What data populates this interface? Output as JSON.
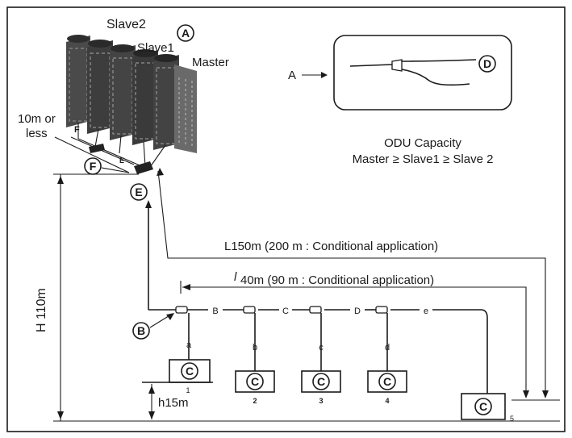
{
  "labels": {
    "slave2": "Slave2",
    "slave1": "Slave1",
    "master": "Master",
    "marker_a_top": "A",
    "dist_10m_line1": "10m or",
    "dist_10m_line2": "less",
    "pipe_f": "F",
    "pipe_e": "E",
    "marker_f": "F",
    "marker_e": "E",
    "inset_a": "A",
    "marker_d": "D",
    "odu_capacity": "ODU Capacity",
    "odu_order": "Master ≥ Slave1 ≥ Slave 2",
    "height_h": "H 110m",
    "length_L": "L150m (200 m : Conditional application)",
    "length_l": "40m (90 m : Conditional application)",
    "length_l_prefix": "l",
    "marker_b": "B",
    "joint_b": "B",
    "joint_c": "C",
    "joint_d": "D",
    "joint_e": "e",
    "pipe_a": "a",
    "pipe_b": "b",
    "pipe_c": "c",
    "pipe_d": "d",
    "height_h15": "h15m",
    "unit_c": "C",
    "idu_1": "1",
    "idu_2": "2",
    "idu_3": "3",
    "idu_4": "4",
    "idu_5": "5"
  },
  "colors": {
    "ink": "#1a1a1a",
    "unit_dark": "#3a3a3a",
    "unit_mid": "#6a6a6a",
    "unit_light": "#bdbdbd"
  }
}
